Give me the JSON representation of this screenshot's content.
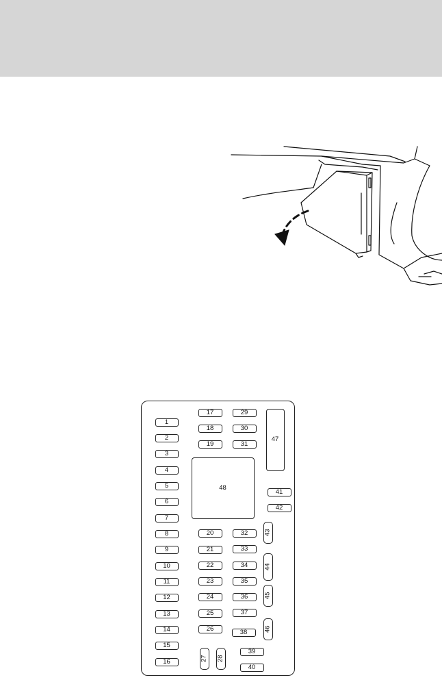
{
  "colors": {
    "header_band": "#d6d6d6",
    "line": "#222222",
    "background": "#ffffff"
  },
  "illustration": {
    "arrow": "curved-down-arrow",
    "subject": "fuse-panel-cover-removal"
  },
  "fuses": [
    {
      "id": "1",
      "orientation": "h"
    },
    {
      "id": "2",
      "orientation": "h"
    },
    {
      "id": "3",
      "orientation": "h"
    },
    {
      "id": "4",
      "orientation": "h"
    },
    {
      "id": "5",
      "orientation": "h"
    },
    {
      "id": "6",
      "orientation": "h"
    },
    {
      "id": "7",
      "orientation": "h"
    },
    {
      "id": "8",
      "orientation": "h"
    },
    {
      "id": "9",
      "orientation": "h"
    },
    {
      "id": "10",
      "orientation": "h"
    },
    {
      "id": "11",
      "orientation": "h"
    },
    {
      "id": "12",
      "orientation": "h"
    },
    {
      "id": "13",
      "orientation": "h"
    },
    {
      "id": "14",
      "orientation": "h"
    },
    {
      "id": "15",
      "orientation": "h"
    },
    {
      "id": "16",
      "orientation": "h"
    },
    {
      "id": "17",
      "orientation": "h"
    },
    {
      "id": "18",
      "orientation": "h"
    },
    {
      "id": "19",
      "orientation": "h"
    },
    {
      "id": "20",
      "orientation": "h"
    },
    {
      "id": "21",
      "orientation": "h"
    },
    {
      "id": "22",
      "orientation": "h"
    },
    {
      "id": "23",
      "orientation": "h"
    },
    {
      "id": "24",
      "orientation": "h"
    },
    {
      "id": "25",
      "orientation": "h"
    },
    {
      "id": "26",
      "orientation": "h"
    },
    {
      "id": "27",
      "orientation": "v"
    },
    {
      "id": "28",
      "orientation": "v"
    },
    {
      "id": "29",
      "orientation": "h"
    },
    {
      "id": "30",
      "orientation": "h"
    },
    {
      "id": "31",
      "orientation": "h"
    },
    {
      "id": "32",
      "orientation": "h"
    },
    {
      "id": "33",
      "orientation": "h"
    },
    {
      "id": "34",
      "orientation": "h"
    },
    {
      "id": "35",
      "orientation": "h"
    },
    {
      "id": "36",
      "orientation": "h"
    },
    {
      "id": "37",
      "orientation": "h"
    },
    {
      "id": "38",
      "orientation": "h"
    },
    {
      "id": "39",
      "orientation": "h"
    },
    {
      "id": "40",
      "orientation": "h"
    },
    {
      "id": "41",
      "orientation": "h"
    },
    {
      "id": "42",
      "orientation": "h"
    },
    {
      "id": "43",
      "orientation": "v"
    },
    {
      "id": "44",
      "orientation": "v"
    },
    {
      "id": "45",
      "orientation": "v"
    },
    {
      "id": "46",
      "orientation": "v"
    },
    {
      "id": "47",
      "orientation": "big"
    },
    {
      "id": "48",
      "orientation": "big"
    }
  ]
}
